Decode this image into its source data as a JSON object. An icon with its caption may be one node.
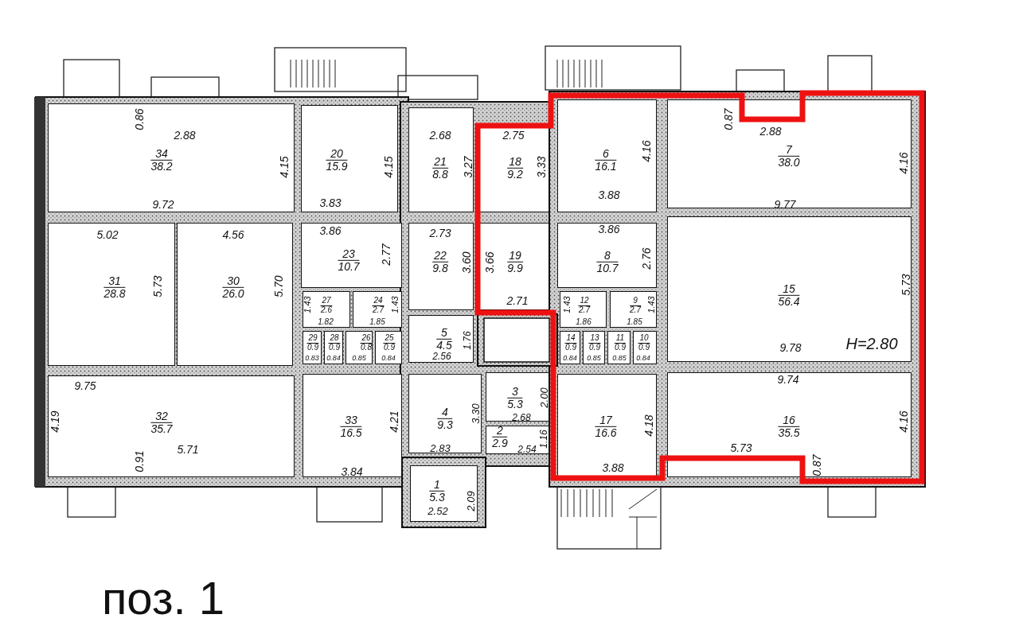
{
  "diagram": {
    "nodes": [
      {
        "text": [
          "34",
          "38.2"
        ]
      },
      {
        "text": [
          "20",
          "15.9"
        ]
      },
      {
        "text": [
          "21",
          "8.8"
        ]
      },
      {
        "text": [
          "18",
          "9.2"
        ]
      },
      {
        "text": [
          "6",
          "16.1"
        ]
      },
      {
        "text": [
          "7",
          "38.0"
        ]
      },
      {
        "text": [
          "31",
          "28.8"
        ]
      },
      {
        "text": [
          "30",
          "26.0"
        ]
      },
      {
        "text": [
          "23",
          "10.7"
        ]
      },
      {
        "text": [
          "22",
          "9.8"
        ]
      },
      {
        "text": [
          "19",
          "9.9"
        ]
      },
      {
        "text": [
          "8",
          "10.7"
        ]
      },
      {
        "text": [
          "15",
          "56.4"
        ]
      },
      {
        "text": [
          "27",
          "2.6"
        ]
      },
      {
        "text": [
          "24",
          "2.7"
        ]
      },
      {
        "text": [
          "12",
          "2.7"
        ]
      },
      {
        "text": [
          "9",
          "2.7"
        ]
      },
      {
        "text": [
          "29",
          "0.9"
        ]
      },
      {
        "text": [
          "28",
          "0.9"
        ]
      },
      {
        "text": [
          "26",
          "0.8"
        ]
      },
      {
        "text": [
          "25",
          "0.9"
        ]
      },
      {
        "text": [
          "5",
          "4.5"
        ]
      },
      {
        "text": [
          "14",
          "0.9"
        ]
      },
      {
        "text": [
          "13",
          "0.9"
        ]
      },
      {
        "text": [
          "11",
          "0.9"
        ]
      },
      {
        "text": [
          "10",
          "0.9"
        ]
      },
      {
        "text": [
          "32",
          "35.7"
        ]
      },
      {
        "text": [
          "33",
          "16.5"
        ]
      },
      {
        "text": [
          "4",
          "9.3"
        ]
      },
      {
        "text": [
          "3",
          "5.3"
        ]
      },
      {
        "text": [
          "2",
          "2.9"
        ]
      },
      {
        "text": [
          "17",
          "16.6"
        ]
      },
      {
        "text": [
          "16",
          "35.5"
        ]
      },
      {
        "text": [
          "1",
          "5.3"
        ]
      }
    ],
    "labels": [
      "0.86",
      "2.88",
      "4.15",
      "2.68",
      "2.75",
      "4.15",
      "3.27",
      "3.33",
      "0.87",
      "2.88",
      "4.16",
      "4.16",
      "9.72",
      "3.83",
      "3.88",
      "9.77",
      "5.02",
      "4.56",
      "3.86",
      "2.73",
      "3.86",
      "5.73",
      "5.70",
      "2.77",
      "3.60",
      "3.66",
      "2.76",
      "5.73",
      "2.71",
      "1.43",
      "1.43",
      "1.43",
      "1.43",
      "1.82",
      "1.85",
      "1.86",
      "1.85",
      "1.76",
      "9.78",
      "H=2.80",
      "0.83",
      "0.84",
      "0.85",
      "0.84",
      "2.56",
      "0.84",
      "0.85",
      "0.85",
      "0.84",
      "9.75",
      "9.74",
      "2.00",
      "3.30",
      "2.68",
      "4.19",
      "4.21",
      "4.18",
      "4.16",
      "1.16",
      "5.71",
      "2.83",
      "2.54",
      "5.73",
      "0.91",
      "0.87",
      "3.88",
      "3.84",
      "2.09",
      "2.52",
      "поз. 1"
    ]
  }
}
